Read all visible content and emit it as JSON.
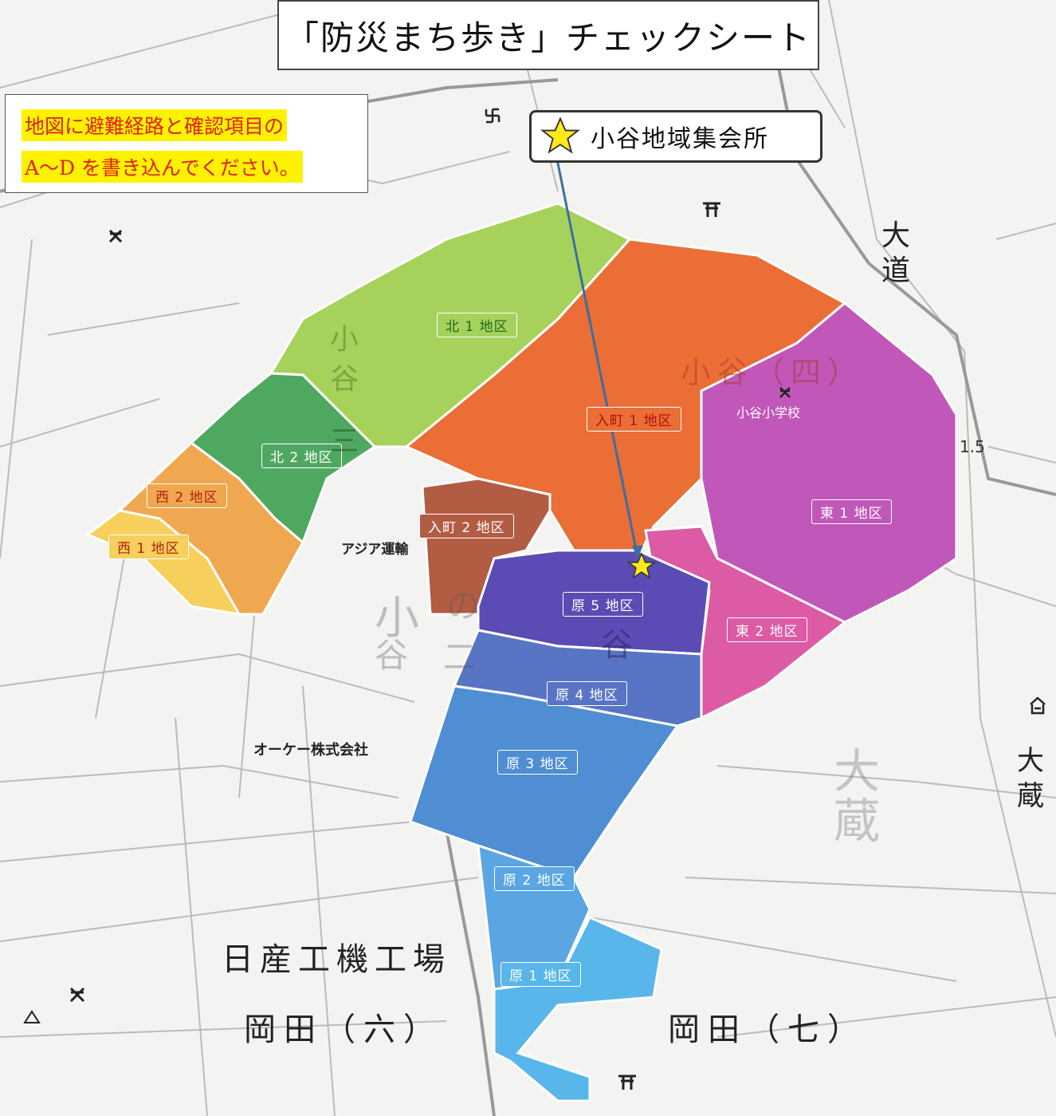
{
  "title": "「防災まち歩き」チェックシート",
  "instructions": [
    "地図に避難経路と確認項目の",
    "A～D を書き込んでください。"
  ],
  "destination": {
    "label": "小谷地域集会所",
    "icon": "star-icon"
  },
  "districts": [
    {
      "id": "kita1",
      "label": "北 1 地区",
      "color": "#a6d25c",
      "text": "#1f6a1f"
    },
    {
      "id": "kita2",
      "label": "北 2 地区",
      "color": "#4fa860",
      "text": "#ffffff"
    },
    {
      "id": "nishi2",
      "label": "西 2 地区",
      "color": "#f0a850",
      "text": "#b02010"
    },
    {
      "id": "nishi1",
      "label": "西 1 地区",
      "color": "#f6cf5c",
      "text": "#b02010"
    },
    {
      "id": "irimachi1",
      "label": "入町 1 地区",
      "color": "#ea6e36",
      "text": "#b01010"
    },
    {
      "id": "irimachi2",
      "label": "入町 2 地区",
      "color": "#b25c44",
      "text": "#ffffff"
    },
    {
      "id": "higashi1",
      "label": "東 1 地区",
      "color": "#c257ba",
      "text": "#ffffff"
    },
    {
      "id": "higashi2",
      "label": "東 2 地区",
      "color": "#dd5aa4",
      "text": "#ffffff"
    },
    {
      "id": "hara5",
      "label": "原 5 地区",
      "color": "#5a4cb4",
      "text": "#ffffff"
    },
    {
      "id": "hara4",
      "label": "原 4 地区",
      "color": "#5874c4",
      "text": "#ffffff"
    },
    {
      "id": "hara3",
      "label": "原 3 地区",
      "color": "#4f8ed2",
      "text": "#ffffff"
    },
    {
      "id": "hara2",
      "label": "原 2 地区",
      "color": "#5aa6e2",
      "text": "#ffffff"
    },
    {
      "id": "hara1",
      "label": "原 1 地区",
      "color": "#58b6ea",
      "text": "#ffffff"
    }
  ],
  "places": {
    "school": "小谷小学校",
    "asia": "アジア運輸",
    "okay": "オーケー株式会社",
    "nissan": "日産工機工場",
    "okada6": "岡田（六）",
    "okada7": "岡田（七）",
    "kotani4": "小谷（四）",
    "kotani_a": "小",
    "kotani_b": "谷",
    "kotani_c": "三",
    "kotani2_a": "小",
    "kotani2_b": "谷",
    "kotani2_c": "の",
    "kotani2_d": "二",
    "kotani2_e": "谷",
    "daido_a": "大",
    "daido_b": "道",
    "okura_a": "大",
    "okura_b": "蔵",
    "okura2_a": "大",
    "okura2_b": "蔵",
    "num15": "1.5"
  },
  "icons": [
    "temple-icon",
    "shrine-icon",
    "school-icon",
    "post-office-icon",
    "star-icon"
  ]
}
